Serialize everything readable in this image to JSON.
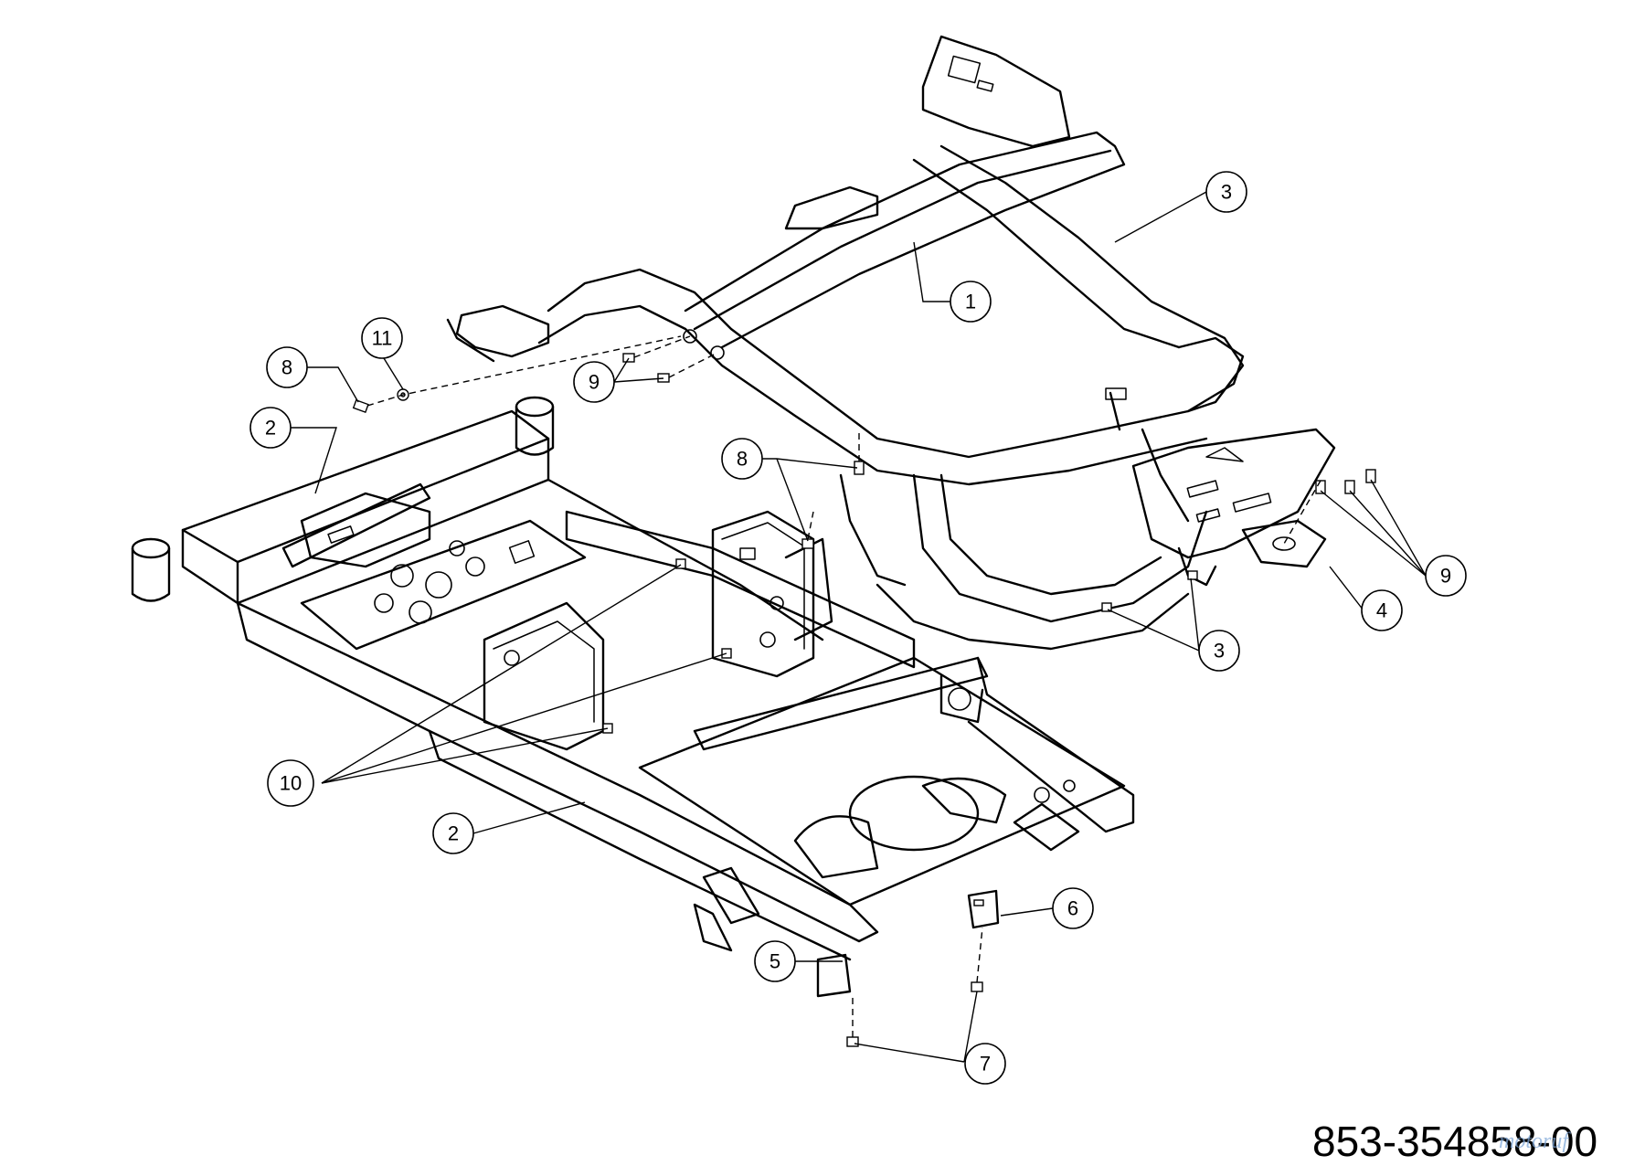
{
  "diagram": {
    "type": "exploded parts diagram",
    "drawing_number": "853-354858-00",
    "watermark": "motoruf",
    "callouts": [
      {
        "id": "callout-1",
        "label": "1"
      },
      {
        "id": "callout-2a",
        "label": "2"
      },
      {
        "id": "callout-2b",
        "label": "2"
      },
      {
        "id": "callout-3a",
        "label": "3"
      },
      {
        "id": "callout-3b",
        "label": "3"
      },
      {
        "id": "callout-4",
        "label": "4"
      },
      {
        "id": "callout-5",
        "label": "5"
      },
      {
        "id": "callout-6",
        "label": "6"
      },
      {
        "id": "callout-7",
        "label": "7"
      },
      {
        "id": "callout-8a",
        "label": "8"
      },
      {
        "id": "callout-8b",
        "label": "8"
      },
      {
        "id": "callout-9a",
        "label": "9"
      },
      {
        "id": "callout-9b",
        "label": "9"
      },
      {
        "id": "callout-10",
        "label": "10"
      },
      {
        "id": "callout-11",
        "label": "11"
      }
    ]
  }
}
